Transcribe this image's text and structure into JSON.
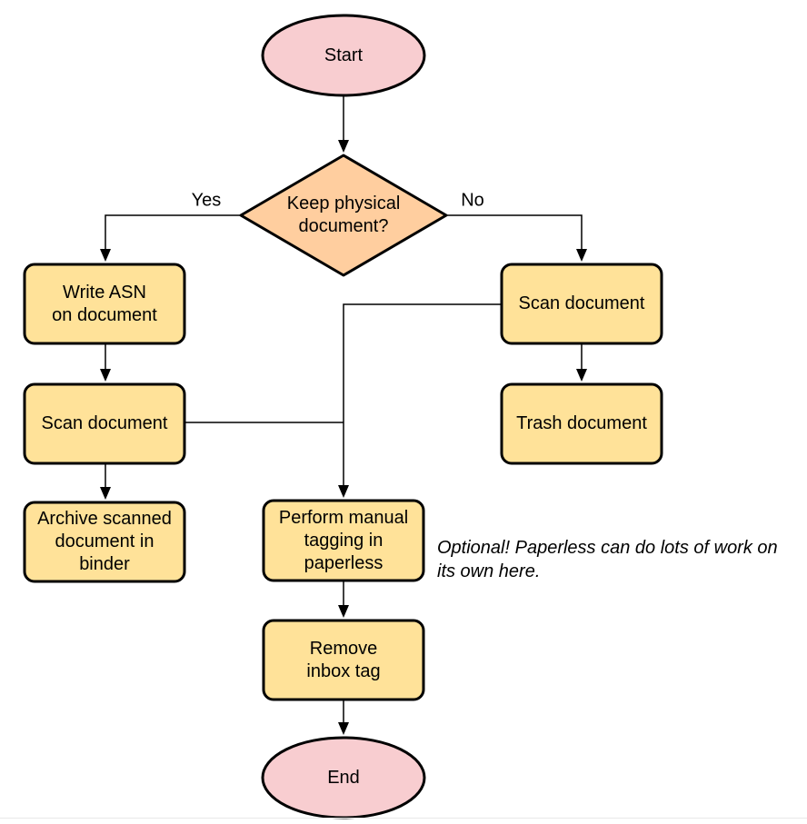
{
  "diagram": {
    "type": "flowchart",
    "nodes": {
      "start": {
        "label": "Start",
        "shape": "terminator"
      },
      "decision_keep_physical": {
        "label": "Keep physical\ndocument?",
        "shape": "decision"
      },
      "write_asn": {
        "label": "Write ASN\non document",
        "shape": "process"
      },
      "scan_document_left": {
        "label": "Scan document",
        "shape": "process"
      },
      "archive_in_binder": {
        "label": "Archive scanned\ndocument in\nbinder",
        "shape": "process"
      },
      "scan_document_right": {
        "label": "Scan document",
        "shape": "process"
      },
      "trash_document": {
        "label": "Trash document",
        "shape": "process"
      },
      "manual_tagging": {
        "label": "Perform manual\ntagging in\npaperless",
        "shape": "process"
      },
      "remove_inbox_tag": {
        "label": "Remove\ninbox tag",
        "shape": "process"
      },
      "end": {
        "label": "End",
        "shape": "terminator"
      }
    },
    "edge_labels": {
      "yes": "Yes",
      "no": "No"
    },
    "annotation": "Optional! Paperless can do lots of work on\nits own here.",
    "colors": {
      "terminator_fill": "#f8cdd0",
      "decision_fill": "#ffce9f",
      "process_fill": "#ffe299",
      "stroke": "#000000",
      "edge": "#000000"
    }
  }
}
